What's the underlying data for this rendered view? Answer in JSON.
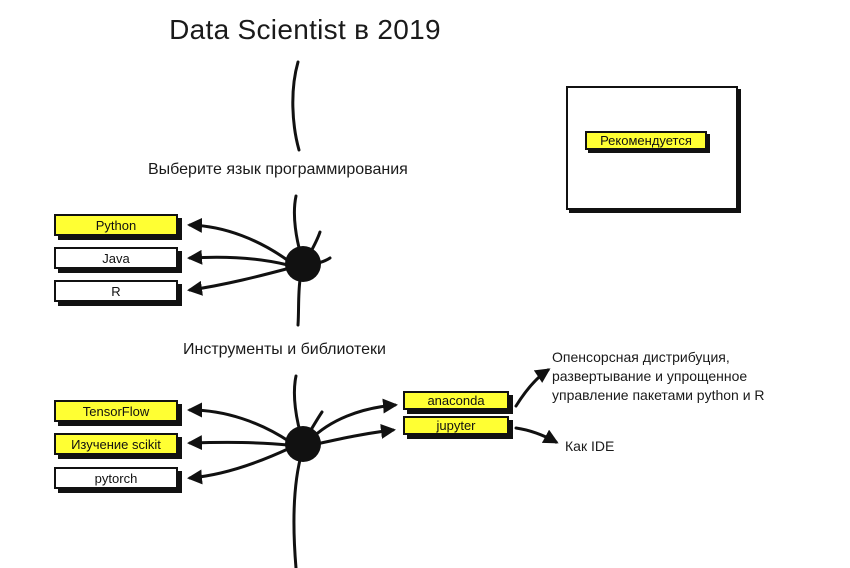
{
  "title": "Data Scientist в 2019",
  "language_section": {
    "heading": "Выберите язык программирования",
    "options": [
      {
        "label": "Python",
        "recommended": true
      },
      {
        "label": "Java",
        "recommended": false
      },
      {
        "label": "R",
        "recommended": false
      }
    ]
  },
  "tools_section": {
    "heading": "Инструменты и библиотеки",
    "libraries": [
      {
        "label": "TensorFlow",
        "recommended": true
      },
      {
        "label": "Изучение scikit",
        "recommended": true
      },
      {
        "label": "pytorch",
        "recommended": false
      }
    ],
    "environments": [
      {
        "label": "anaconda",
        "recommended": true,
        "note": "Опенсорсная дистрибуция, развертывание и упрощенное управление пакетами python и R"
      },
      {
        "label": "jupyter",
        "recommended": true,
        "note": "Как IDE"
      }
    ]
  },
  "legend": {
    "recommended_label": "Рекомендуется",
    "recommended_color": "#ffff33"
  },
  "colors": {
    "line": "#111111",
    "highlight": "#ffff33"
  }
}
